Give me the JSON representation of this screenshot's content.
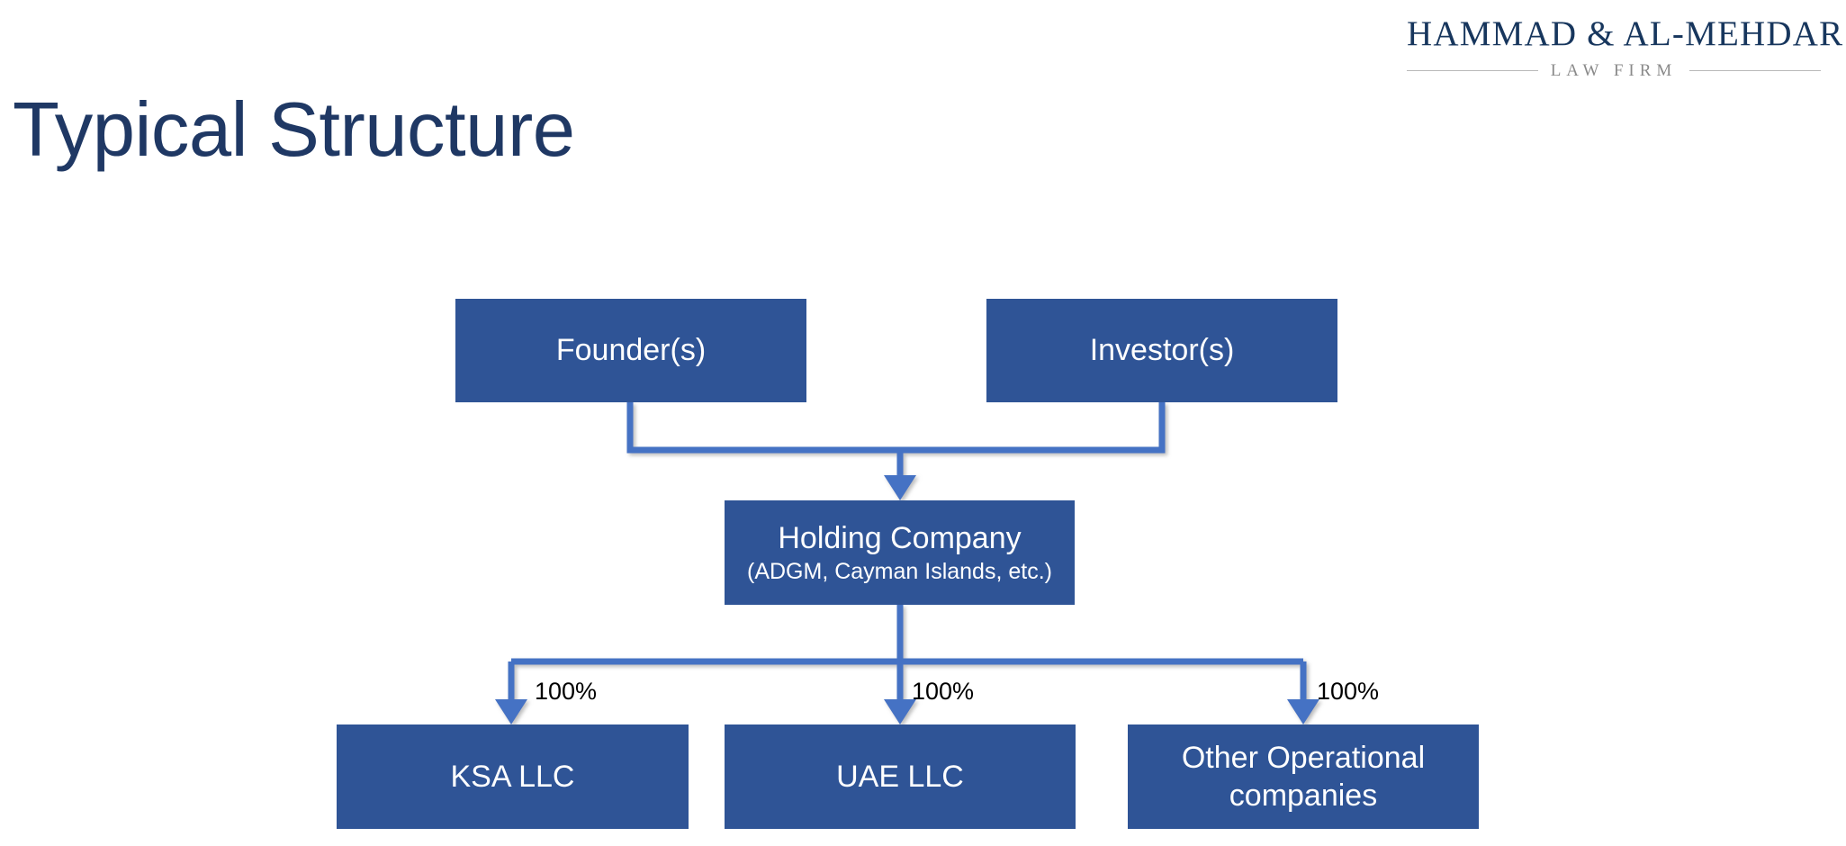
{
  "slide": {
    "title": "Typical Structure",
    "background_color": "#FFFFFF",
    "title_color": "#1F3864"
  },
  "logo": {
    "firm_name": "HAMMAD & AL-MEHDAR",
    "tagline": "LAW FIRM",
    "name_color": "#17365D",
    "tagline_color": "#8A8A8A"
  },
  "chart_data": {
    "type": "diagram",
    "diagram_kind": "org-chart",
    "title": "Typical Structure",
    "node_fill_color": "#2F5496",
    "node_text_color": "#FFFFFF",
    "connector_color": "#4472C4",
    "nodes": [
      {
        "id": "founders",
        "label": "Founder(s)",
        "sublabel": "",
        "level": 1
      },
      {
        "id": "investors",
        "label": "Investor(s)",
        "sublabel": "",
        "level": 1
      },
      {
        "id": "holding",
        "label": "Holding Company",
        "sublabel": "(ADGM, Cayman Islands, etc.)",
        "level": 2
      },
      {
        "id": "ksa",
        "label": "KSA LLC",
        "sublabel": "",
        "level": 3
      },
      {
        "id": "uae",
        "label": "UAE LLC",
        "sublabel": "",
        "level": 3
      },
      {
        "id": "other",
        "label": "Other Operational companies",
        "label_line1": "Other Operational",
        "label_line2": "companies",
        "sublabel": "",
        "level": 3
      }
    ],
    "edges": [
      {
        "from": "founders",
        "to": "holding",
        "label": ""
      },
      {
        "from": "investors",
        "to": "holding",
        "label": ""
      },
      {
        "from": "holding",
        "to": "ksa",
        "label": "100%"
      },
      {
        "from": "holding",
        "to": "uae",
        "label": "100%"
      },
      {
        "from": "holding",
        "to": "other",
        "label": "100%"
      }
    ]
  },
  "nodes": {
    "founders": {
      "label": "Founder(s)"
    },
    "investors": {
      "label": "Investor(s)"
    },
    "holding": {
      "label": "Holding Company",
      "sublabel": "(ADGM, Cayman Islands, etc.)"
    },
    "ksa": {
      "label": "KSA LLC"
    },
    "uae": {
      "label": "UAE LLC"
    },
    "other": {
      "line1": "Other Operational",
      "line2": "companies"
    }
  },
  "labels": {
    "pct_ksa": "100%",
    "pct_uae": "100%",
    "pct_other": "100%"
  }
}
